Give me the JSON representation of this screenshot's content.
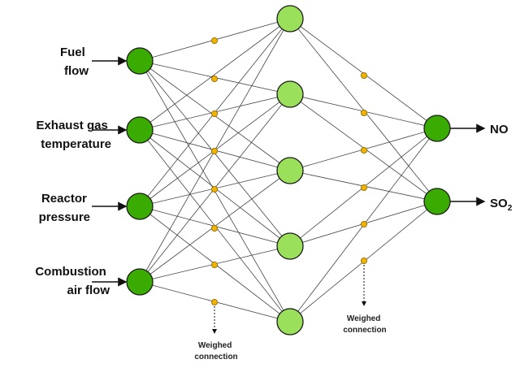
{
  "inputs": [
    {
      "lines": [
        "Fuel",
        "flow"
      ]
    },
    {
      "lines": [
        "Exhaust gas",
        "temperature"
      ]
    },
    {
      "lines": [
        "Reactor",
        "pressure"
      ]
    },
    {
      "lines": [
        "Combustion",
        "air flow"
      ]
    }
  ],
  "outputs": [
    {
      "main": "NO",
      "sub": ""
    },
    {
      "main": "SO",
      "sub": "2"
    }
  ],
  "hidden_count": 5,
  "annotations": {
    "left": [
      "Weighed",
      "connection"
    ],
    "right": [
      "Weighed",
      "connection"
    ]
  },
  "colors": {
    "input_node": "#3aab00",
    "hidden_node": "#9be05a",
    "output_node": "#3aab00",
    "node_stroke": "#1a1a1a",
    "weight_dot": "#f0b400",
    "weight_stroke": "#8a6500"
  }
}
